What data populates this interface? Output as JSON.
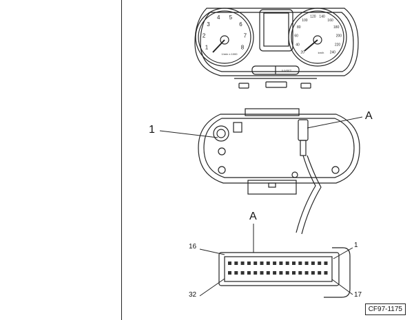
{
  "callouts": {
    "part_1": "1",
    "connector_a_top": "A",
    "connector_a_bottom": "A"
  },
  "pins": {
    "top_left": "16",
    "top_right": "1",
    "bottom_left": "32",
    "bottom_right": "17"
  },
  "cluster": {
    "tacho_numbers": [
      "1",
      "2",
      "3",
      "4",
      "5",
      "6",
      "7",
      "8"
    ],
    "speedo_numbers": [
      "20",
      "40",
      "60",
      "80",
      "100",
      "120",
      "140",
      "160",
      "180",
      "200",
      "220",
      "240"
    ],
    "tacho_caption": "1/min x 1000",
    "speedo_caption": "km/h",
    "trip_button": "0.0/SET"
  },
  "figure_id": "CF97-1175",
  "colors": {
    "ink": "#222222",
    "paper": "#ffffff"
  }
}
